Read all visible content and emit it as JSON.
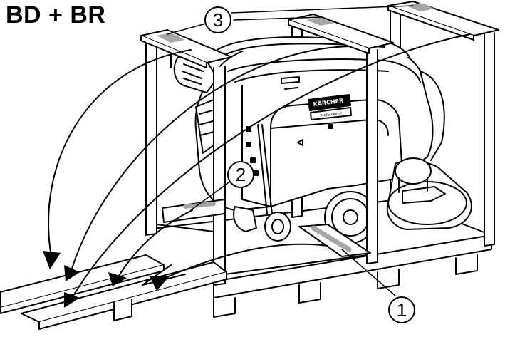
{
  "diagram": {
    "title": "BD + BR",
    "callouts": [
      {
        "number": "1"
      },
      {
        "number": "2"
      },
      {
        "number": "3"
      }
    ],
    "brand": {
      "name": "KÄRCHER",
      "sub": "Professional"
    },
    "colors": {
      "line": "#000000",
      "highlight": "#a6a6a6",
      "background": "#ffffff"
    }
  }
}
